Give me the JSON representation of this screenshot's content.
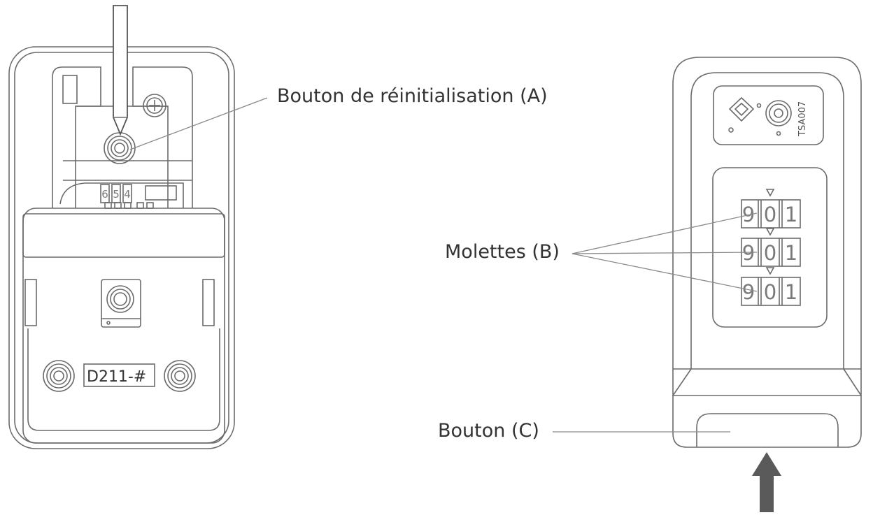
{
  "labels": {
    "reset_button": "Bouton de réinitialisation (A)",
    "dials": "Molettes (B)",
    "button_c": "Bouton (C)"
  },
  "device_left": {
    "model_code": "D211-#",
    "small_digits": [
      "6",
      "5",
      "4"
    ]
  },
  "device_right": {
    "tsa_mark": "TSA007",
    "dials": [
      {
        "digits": [
          "9",
          "0",
          "1"
        ]
      },
      {
        "digits": [
          "9",
          "0",
          "1"
        ]
      },
      {
        "digits": [
          "9",
          "0",
          "1"
        ]
      }
    ]
  },
  "icons": [
    "press-arrow-down-icon",
    "press-arrow-up-icon",
    "screw-icon",
    "tsa-diamond-icon",
    "tsa-keyhole-icon"
  ],
  "colors": {
    "line": "#6b6b6b",
    "arrow_fill": "#5a5a5a",
    "text": "#333333"
  }
}
